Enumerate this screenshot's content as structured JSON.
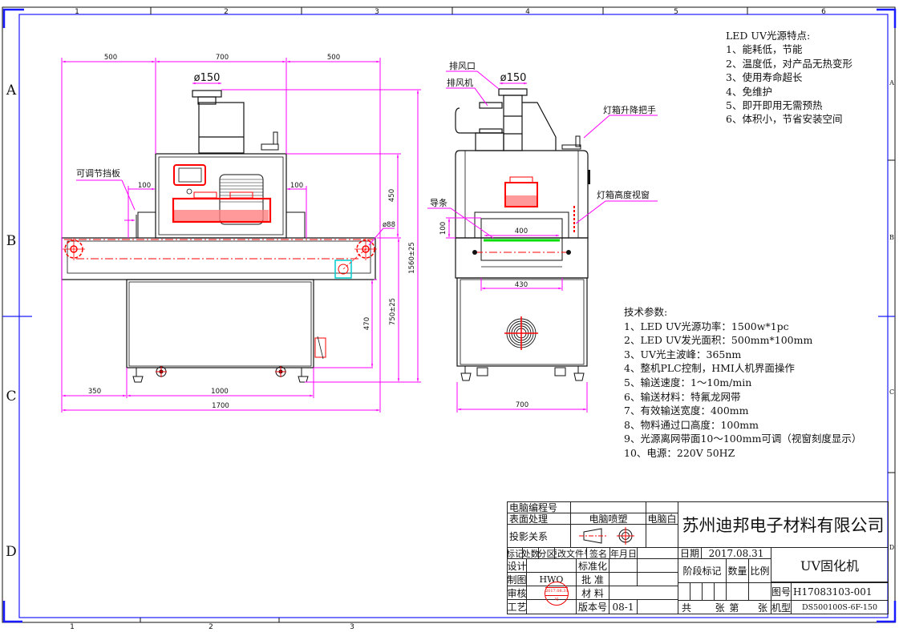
{
  "frame": {
    "column_labels": [
      "1",
      "2",
      "3",
      "4",
      "5",
      "6"
    ],
    "bottom_column_labels": [
      "1",
      "2",
      "3"
    ],
    "row_labels": [
      "A",
      "B",
      "C",
      "D"
    ],
    "border_color": "#1a1aff",
    "dimension_color": "#ff00ff",
    "highlight_color": "#ff0000"
  },
  "front_view": {
    "dimensions": {
      "left_width": "500",
      "middle_width": "700",
      "right_width": "500",
      "exhaust_diameter": "ø150",
      "left_baffle_offset": "100",
      "right_baffle_offset": "100",
      "lamp_box_height": "450",
      "roller_diameter": "ø88",
      "total_height": "1560±25",
      "belt_height": "750±25",
      "cabinet_height": "470",
      "cabinet_offset": "350",
      "cabinet_width": "1000",
      "total_length": "1700"
    },
    "callouts": {
      "baffle": "可调节挡板"
    }
  },
  "side_view": {
    "dimensions": {
      "exhaust_diameter": "ø150",
      "opening_height": "100",
      "belt_width": "400",
      "inner_width": "430",
      "total_width": "700"
    },
    "callouts": {
      "exhaust_port": "排风口",
      "exhaust_fan": "排风机",
      "lift_handle": "灯箱升降把手",
      "height_window": "灯箱高度视窗",
      "guide_bar": "导条"
    }
  },
  "features": {
    "title": "LED UV光源特点:",
    "items": [
      "1、能耗低，节能",
      "2、温度低，对产品无热变形",
      "3、使用寿命超长",
      "4、免维护",
      "5、即开即用无需预热",
      "6、体积小，节省安装空间"
    ]
  },
  "tech_params": {
    "title": "技术参数:",
    "items": [
      "1、LED UV光源功率：1500w*1pc",
      "2、LED UV发光面积：500mm*100mm",
      "3、UV光主波峰：365nm",
      "4、整机PLC控制，HMI人机界面操作",
      "5、输送速度：1～10m/min",
      "6、输送材料：特氟龙网带",
      "7、有效输送宽度：400mm",
      "8、物料通过口高度：100mm",
      "9、光源离网带面10～100mm可调（视窗刻度显示）",
      "10、电源：220V 50HZ"
    ]
  },
  "title_block": {
    "computer_code_label": "电脑编程号",
    "surface_label": "表面处理",
    "surface_value": "电脑喷塑",
    "color_value": "电脑白",
    "projection_label": "投影关系",
    "company": "苏州迪邦电子材料有限公司",
    "rev_headers": [
      "标记",
      "处数",
      "分区",
      "更改文件号",
      "签名",
      "年月日"
    ],
    "date_label": "日期",
    "date_value": "2017.08.31",
    "product_name": "UV固化机",
    "stage_label": "阶段标记",
    "qty_label": "数量",
    "scale_label": "比例",
    "design_label": "设计",
    "standard_label": "标准化",
    "drawn_label": "制图",
    "drawn_value": "HWQ",
    "approve_label": "批 准",
    "review_label": "审核",
    "material_label": "材 料",
    "process_label": "工艺",
    "version_label": "版本号",
    "version_value": "08-1",
    "stamp_date": "2017.08.31",
    "stamp_initials": "xj",
    "drawing_no_label": "图号",
    "drawing_no_value": "H17083103-001",
    "model_label": "机型",
    "model_value": "DS500100S-6F-150",
    "sheet_total_label": "共",
    "sheet_unit_label": "张",
    "sheet_no_label": "第",
    "sheet_unit2_label": "张"
  }
}
